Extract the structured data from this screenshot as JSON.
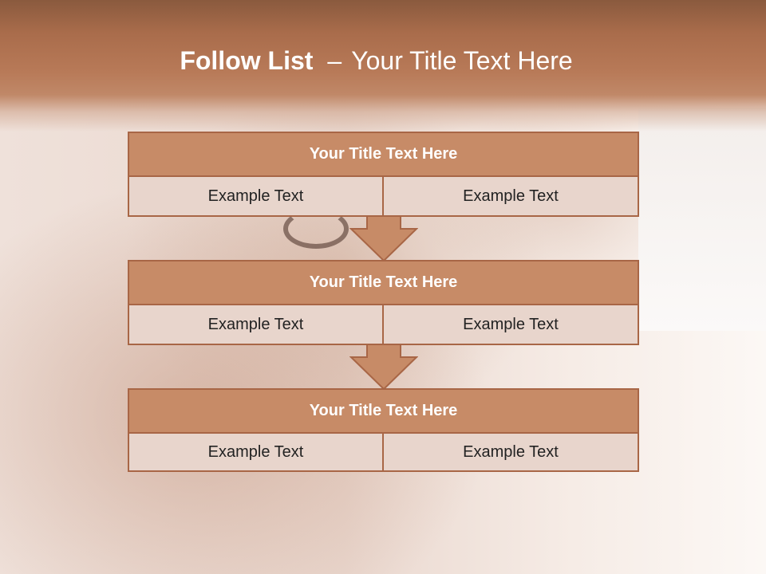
{
  "slide": {
    "title_bold": "Follow List",
    "title_separator": "–",
    "title_rest": "Your Title Text Here"
  },
  "blocks": [
    {
      "header": "Your Title Text Here",
      "left": "Example Text",
      "right": "Example Text"
    },
    {
      "header": "Your Title Text Here",
      "left": "Example Text",
      "right": "Example Text"
    },
    {
      "header": "Your Title Text Here",
      "left": "Example Text",
      "right": "Example Text"
    }
  ],
  "colors": {
    "header_fill": "#c78b67",
    "cell_fill": "#e8d5cc",
    "border": "#a86646",
    "arrow_fill": "#c78b67"
  }
}
